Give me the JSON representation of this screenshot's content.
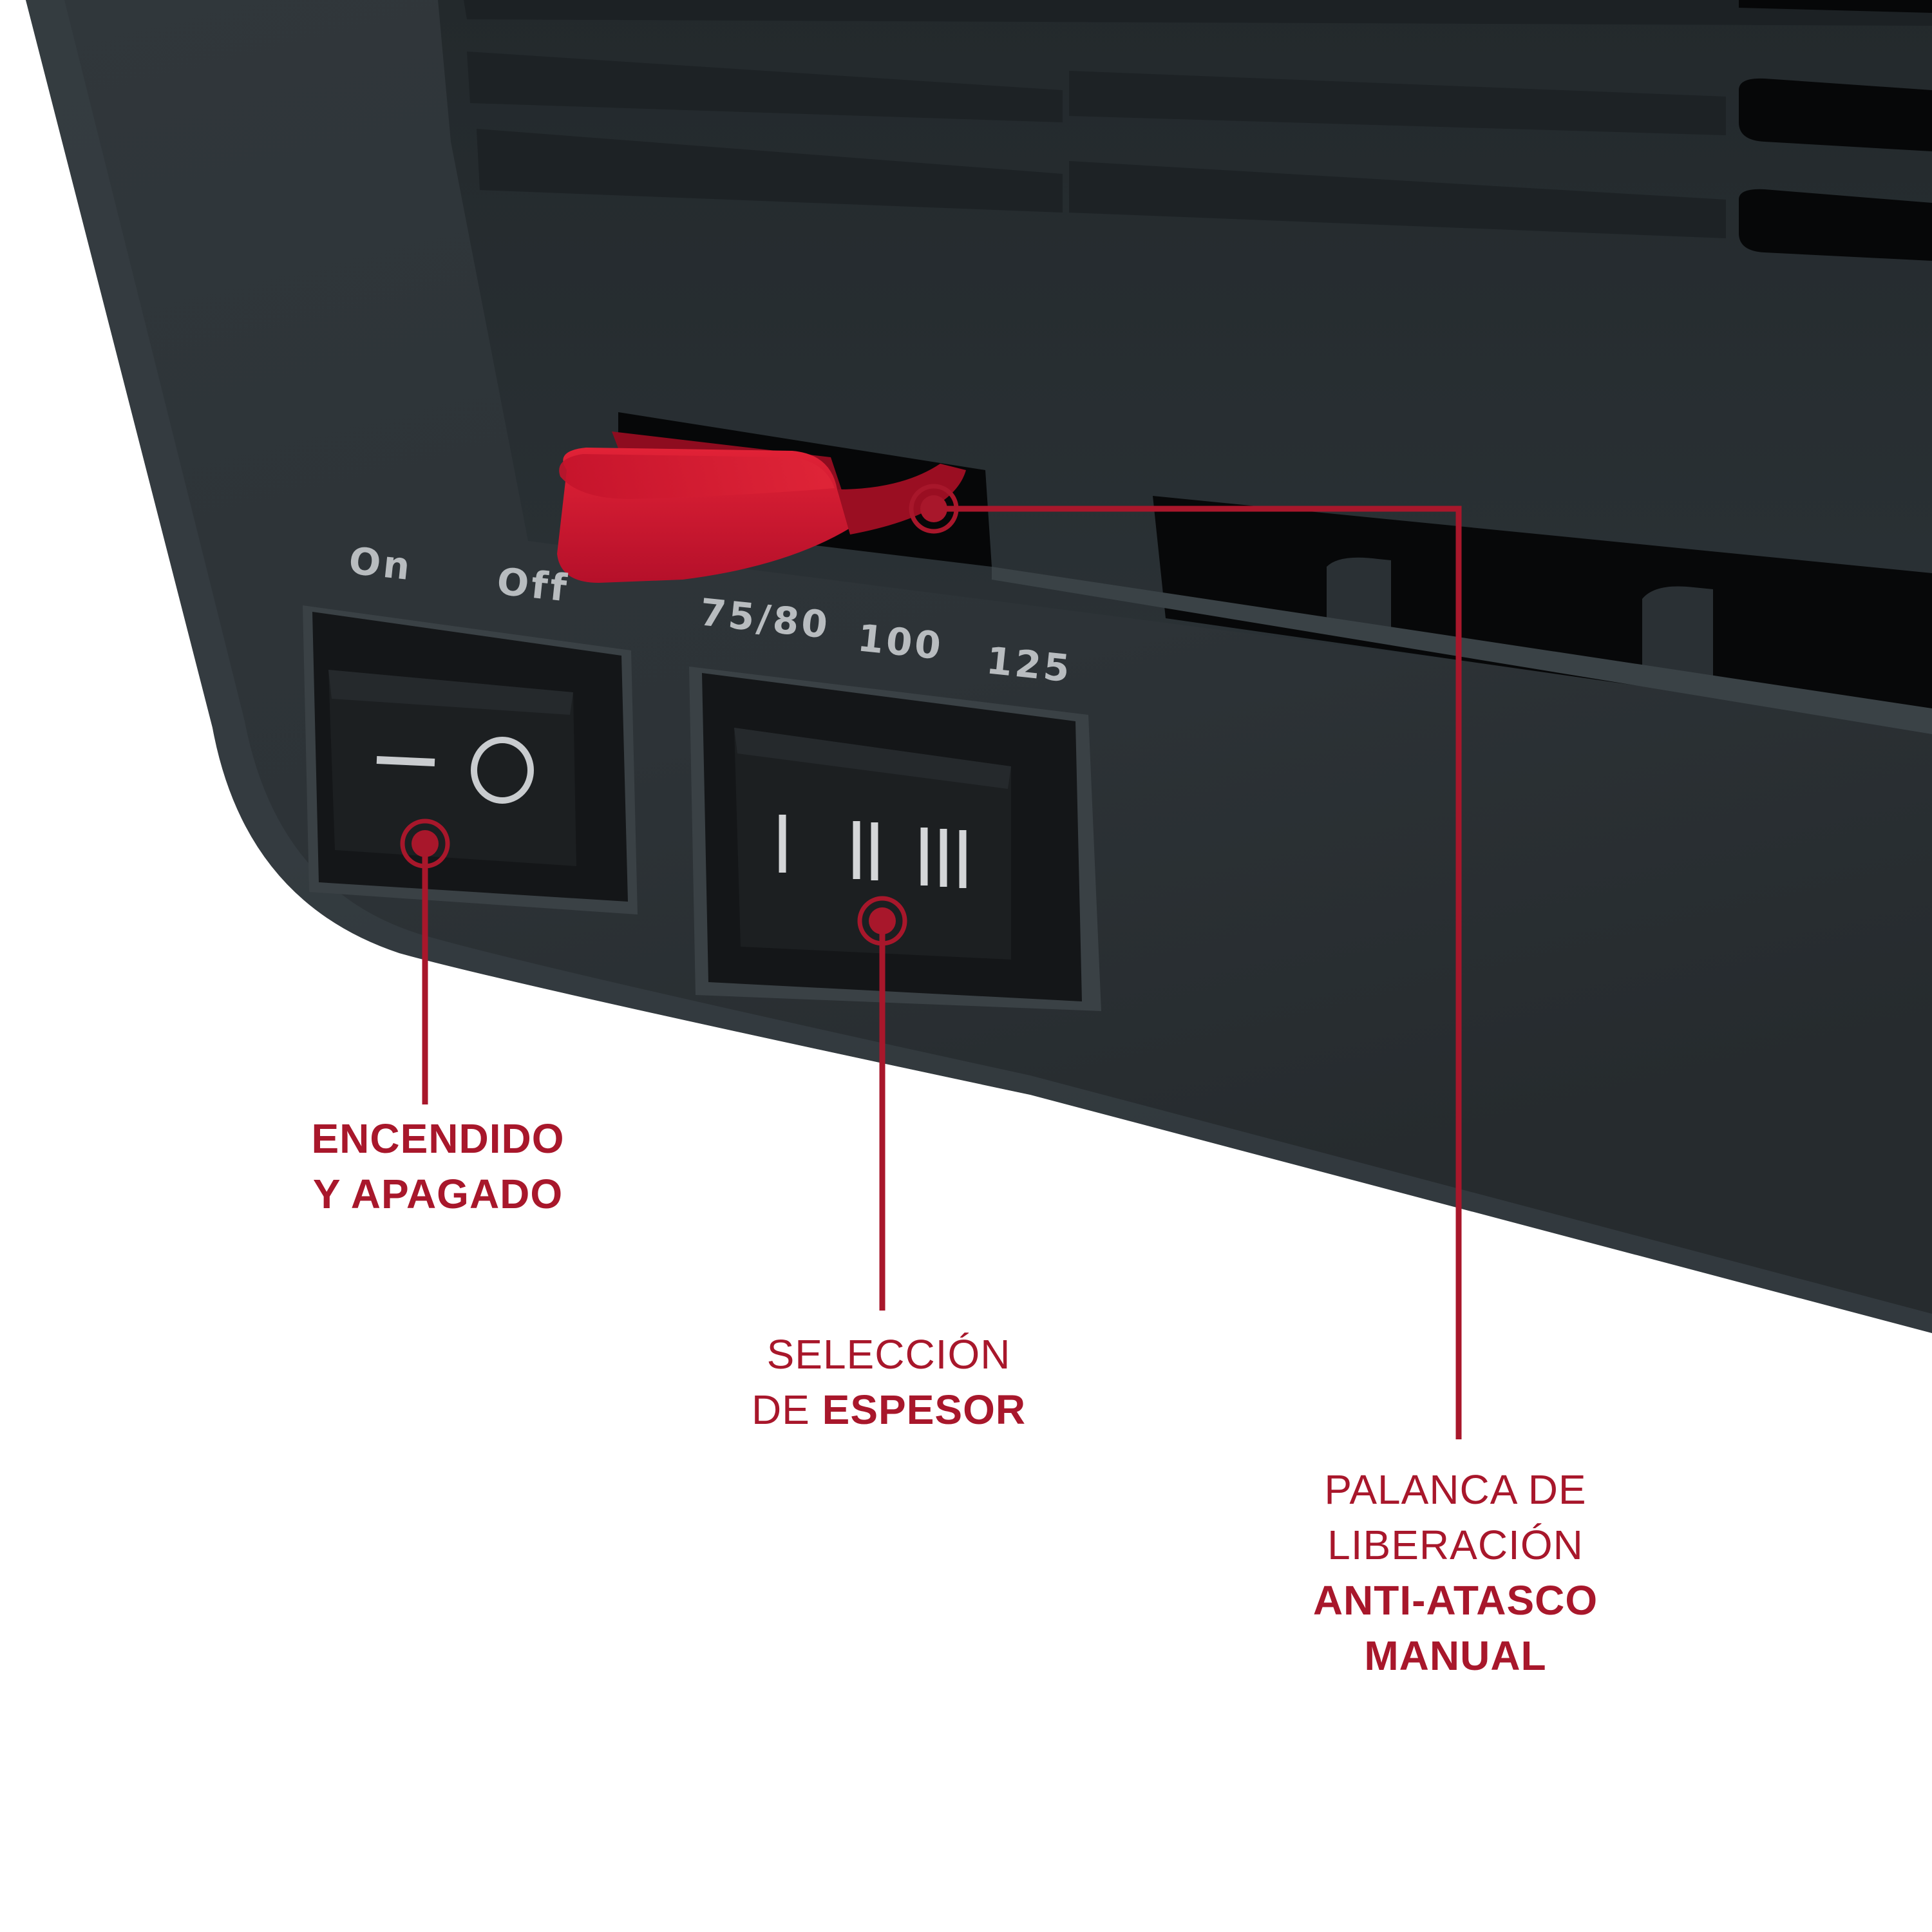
{
  "colors": {
    "housing": "#2d3337",
    "housing_dark": "#1f2427",
    "slot": "#070809",
    "lever_red": "#d41a2f",
    "callout_red": "#a8172b",
    "label_grey": "#b8bcbf",
    "switch_body": "#141618",
    "switch_face": "#1b1e20"
  },
  "labels": {
    "on": "On",
    "off": "Off",
    "thickness_1": "75/80",
    "thickness_2": "100",
    "thickness_3": "125"
  },
  "callouts": {
    "power": {
      "line1": "ENCENDIDO",
      "line2": "Y APAGADO"
    },
    "thickness": {
      "line1": "SELECCIÓN",
      "line2_prefix": "DE ",
      "line2_bold": "ESPESOR"
    },
    "lever": {
      "line1": "PALANCA DE",
      "line2": "LIBERACIÓN",
      "line3": "ANTI-ATASCO",
      "line4": "MANUAL"
    }
  }
}
